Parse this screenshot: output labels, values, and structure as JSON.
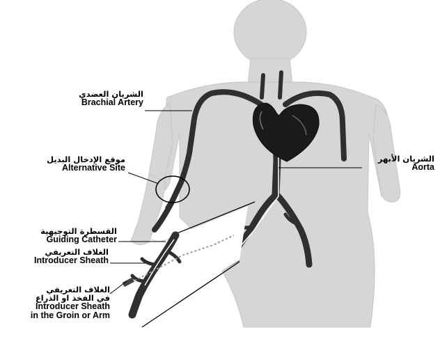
{
  "labels": {
    "brachial_artery": {
      "ar": "الشريان العضدي",
      "en": "Brachial Artery"
    },
    "alternative_site": {
      "ar": "موقع الإدخال البديل",
      "en": "Alternative Site"
    },
    "aorta": {
      "ar": "الشريان الأبهر",
      "en": "Aorta"
    },
    "guiding_catheter": {
      "ar": "القسطرة التوجيهية",
      "en": "Guiding Catheter"
    },
    "introducer_sheath": {
      "ar": "الغلاف التعريفي",
      "en": "Introducer Sheath"
    },
    "introducer_sheath_groin": {
      "ar_line1": "الغلاف التعريفي",
      "ar_line2": "في الفخذ او الذراع",
      "en_line1": "Introducer Sheath",
      "en_line2": "in the Groin or Arm"
    }
  },
  "colors": {
    "body": "#d6d6d6",
    "body_edge": "#c4c4c4",
    "artery": "#2f2f2f",
    "heart": "#1a1a1a",
    "leader": "#000000"
  }
}
